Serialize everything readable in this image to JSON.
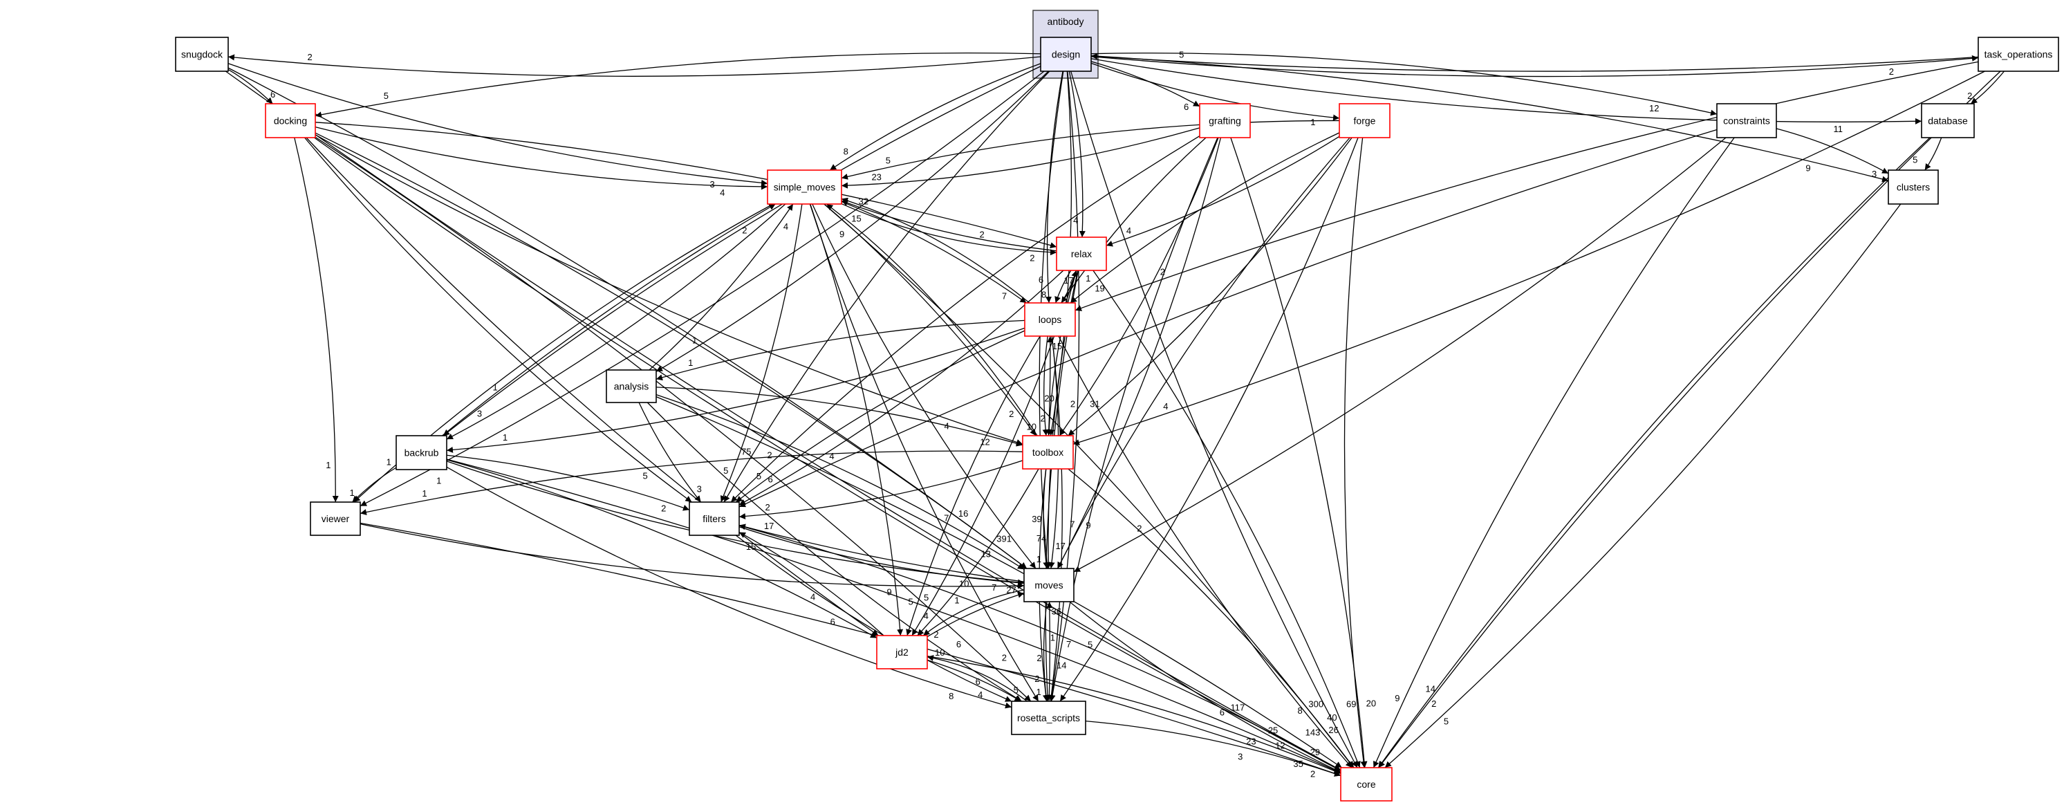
{
  "graph": {
    "cluster": {
      "label": "antibody",
      "fill": "#ddddee",
      "border": "#444444"
    },
    "colors": {
      "current_fill": "#eeeeff",
      "normal_border": "#000000",
      "truncated_border": "#ff0000",
      "edge": "#000000"
    },
    "nodes": [
      {
        "id": "design",
        "label": "design",
        "kind": "current"
      },
      {
        "id": "snugdock",
        "label": "snugdock",
        "kind": "normal"
      },
      {
        "id": "task_operations",
        "label": "task_operations",
        "kind": "normal"
      },
      {
        "id": "docking",
        "label": "docking",
        "kind": "truncated"
      },
      {
        "id": "grafting",
        "label": "grafting",
        "kind": "truncated"
      },
      {
        "id": "forge",
        "label": "forge",
        "kind": "truncated"
      },
      {
        "id": "constraints",
        "label": "constraints",
        "kind": "normal"
      },
      {
        "id": "database",
        "label": "database",
        "kind": "normal"
      },
      {
        "id": "clusters",
        "label": "clusters",
        "kind": "normal"
      },
      {
        "id": "simple_moves",
        "label": "simple_moves",
        "kind": "truncated"
      },
      {
        "id": "relax",
        "label": "relax",
        "kind": "truncated"
      },
      {
        "id": "loops",
        "label": "loops",
        "kind": "truncated"
      },
      {
        "id": "analysis",
        "label": "analysis",
        "kind": "normal"
      },
      {
        "id": "backrub",
        "label": "backrub",
        "kind": "normal"
      },
      {
        "id": "toolbox",
        "label": "toolbox",
        "kind": "truncated"
      },
      {
        "id": "viewer",
        "label": "viewer",
        "kind": "normal"
      },
      {
        "id": "filters",
        "label": "filters",
        "kind": "normal"
      },
      {
        "id": "moves",
        "label": "moves",
        "kind": "normal"
      },
      {
        "id": "jd2",
        "label": "jd2",
        "kind": "truncated"
      },
      {
        "id": "rosetta_scripts",
        "label": "rosetta_scripts",
        "kind": "normal"
      },
      {
        "id": "core",
        "label": "core",
        "kind": "truncated"
      }
    ],
    "edges": [
      {
        "from": "design",
        "to": "snugdock",
        "count": "2"
      },
      {
        "from": "design",
        "to": "task_operations",
        "count": "2"
      },
      {
        "from": "task_operations",
        "to": "design",
        "count": "5"
      },
      {
        "from": "design",
        "to": "docking",
        "count": "5"
      },
      {
        "from": "snugdock",
        "to": "docking",
        "count": "6"
      },
      {
        "from": "snugdock",
        "to": "simple_moves",
        "count": "3"
      },
      {
        "from": "snugdock",
        "to": "moves",
        "count": "7"
      },
      {
        "from": "snugdock",
        "to": "core",
        "count": "6"
      },
      {
        "from": "design",
        "to": "grafting",
        "count": "6"
      },
      {
        "from": "design",
        "to": "forge",
        "count": "1"
      },
      {
        "from": "design",
        "to": "constraints",
        "count": "12"
      },
      {
        "from": "design",
        "to": "database",
        "count": "11"
      },
      {
        "from": "design",
        "to": "clusters",
        "count": "9"
      },
      {
        "from": "design",
        "to": "simple_moves",
        "count": "8"
      },
      {
        "from": "design",
        "to": "relax",
        "count": "4"
      },
      {
        "from": "design",
        "to": "loops",
        "count": "6"
      },
      {
        "from": "design",
        "to": "analysis",
        "count": "1"
      },
      {
        "from": "design",
        "to": "backrub",
        "count": "1"
      },
      {
        "from": "design",
        "to": "viewer",
        "count": "1"
      },
      {
        "from": "design",
        "to": "filters",
        "count": "75"
      },
      {
        "from": "design",
        "to": "toolbox",
        "count": "20"
      },
      {
        "from": "design",
        "to": "moves",
        "count": "39"
      },
      {
        "from": "design",
        "to": "rosetta_scripts",
        "count": "1"
      },
      {
        "from": "design",
        "to": "core",
        "count": "300"
      },
      {
        "from": "task_operations",
        "to": "database",
        "count": "2"
      },
      {
        "from": "task_operations",
        "to": "loops",
        "count": "2"
      },
      {
        "from": "task_operations",
        "to": "toolbox",
        "count": "4"
      },
      {
        "from": "task_operations",
        "to": "core",
        "count": "14"
      },
      {
        "from": "database",
        "to": "clusters",
        "count": "5"
      },
      {
        "from": "database",
        "to": "core",
        "count": "2"
      },
      {
        "from": "constraints",
        "to": "clusters",
        "count": "3"
      },
      {
        "from": "constraints",
        "to": "filters",
        "count": "4"
      },
      {
        "from": "constraints",
        "to": "moves",
        "count": "2"
      },
      {
        "from": "constraints",
        "to": "core",
        "count": "9"
      },
      {
        "from": "clusters",
        "to": "core",
        "count": "5"
      },
      {
        "from": "docking",
        "to": "simple_moves",
        "count": "4"
      },
      {
        "from": "docking",
        "to": "relax",
        "count": "2"
      },
      {
        "from": "docking",
        "to": "toolbox",
        "count": "4"
      },
      {
        "from": "docking",
        "to": "viewer",
        "count": "1"
      },
      {
        "from": "docking",
        "to": "filters",
        "count": "5"
      },
      {
        "from": "docking",
        "to": "moves",
        "count": "16"
      },
      {
        "from": "docking",
        "to": "jd2",
        "count": "4"
      },
      {
        "from": "docking",
        "to": "rosetta_scripts",
        "count": "6"
      },
      {
        "from": "docking",
        "to": "core",
        "count": "117"
      },
      {
        "from": "grafting",
        "to": "simple_moves",
        "count": "23"
      },
      {
        "from": "grafting",
        "to": "loops",
        "count": "17"
      },
      {
        "from": "grafting",
        "to": "toolbox",
        "count": "2"
      },
      {
        "from": "grafting",
        "to": "filters",
        "count": "2"
      },
      {
        "from": "grafting",
        "to": "moves",
        "count": "7"
      },
      {
        "from": "grafting",
        "to": "rosetta_scripts",
        "count": "7"
      },
      {
        "from": "grafting",
        "to": "core",
        "count": "69"
      },
      {
        "from": "forge",
        "to": "simple_moves",
        "count": "5"
      },
      {
        "from": "forge",
        "to": "relax",
        "count": "4"
      },
      {
        "from": "forge",
        "to": "loops",
        "count": "19"
      },
      {
        "from": "forge",
        "to": "toolbox",
        "count": "31"
      },
      {
        "from": "forge",
        "to": "moves",
        "count": "9"
      },
      {
        "from": "forge",
        "to": "rosetta_scripts",
        "count": "5"
      },
      {
        "from": "forge",
        "to": "core",
        "count": "20"
      },
      {
        "from": "relax",
        "to": "simple_moves",
        "count": "32"
      },
      {
        "from": "relax",
        "to": "loops",
        "count": "8"
      },
      {
        "from": "loops",
        "to": "relax",
        "count": "1"
      },
      {
        "from": "relax",
        "to": "toolbox",
        "count": "2"
      },
      {
        "from": "relax",
        "to": "filters",
        "count": "6"
      },
      {
        "from": "relax",
        "to": "moves",
        "count": "74"
      },
      {
        "from": "relax",
        "to": "jd2",
        "count": "5"
      },
      {
        "from": "relax",
        "to": "rosetta_scripts",
        "count": "2"
      },
      {
        "from": "relax",
        "to": "core",
        "count": "40"
      },
      {
        "from": "simple_moves",
        "to": "relax",
        "count": "2"
      },
      {
        "from": "simple_moves",
        "to": "loops",
        "count": "7"
      },
      {
        "from": "loops",
        "to": "simple_moves",
        "count": "15"
      },
      {
        "from": "simple_moves",
        "to": "toolbox",
        "count": "2"
      },
      {
        "from": "toolbox",
        "to": "simple_moves",
        "count": "9"
      },
      {
        "from": "simple_moves",
        "to": "backrub",
        "count": "3"
      },
      {
        "from": "simple_moves",
        "to": "viewer",
        "count": "1"
      },
      {
        "from": "simple_moves",
        "to": "filters",
        "count": "5"
      },
      {
        "from": "simple_moves",
        "to": "moves",
        "count": "391"
      },
      {
        "from": "simple_moves",
        "to": "jd2",
        "count": "9"
      },
      {
        "from": "simple_moves",
        "to": "rosetta_scripts",
        "count": "2"
      },
      {
        "from": "simple_moves",
        "to": "core",
        "count": "8"
      },
      {
        "from": "analysis",
        "to": "simple_moves",
        "count": "4"
      },
      {
        "from": "analysis",
        "to": "toolbox",
        "count": "12"
      },
      {
        "from": "analysis",
        "to": "filters",
        "count": "3"
      },
      {
        "from": "analysis",
        "to": "moves",
        "count": "13"
      },
      {
        "from": "analysis",
        "to": "rosetta_scripts",
        "count": "6"
      },
      {
        "from": "analysis",
        "to": "core",
        "count": "25"
      },
      {
        "from": "loops",
        "to": "analysis",
        "count": "1"
      },
      {
        "from": "loops",
        "to": "backrub",
        "count": "1"
      },
      {
        "from": "loops",
        "to": "toolbox",
        "count": "10"
      },
      {
        "from": "toolbox",
        "to": "loops",
        "count": "15"
      },
      {
        "from": "loops",
        "to": "filters",
        "count": "5"
      },
      {
        "from": "loops",
        "to": "moves",
        "count": "17"
      },
      {
        "from": "loops",
        "to": "jd2",
        "count": "5"
      },
      {
        "from": "loops",
        "to": "rosetta_scripts",
        "count": "14"
      },
      {
        "from": "loops",
        "to": "core",
        "count": "143"
      },
      {
        "from": "backrub",
        "to": "simple_moves",
        "count": "2"
      },
      {
        "from": "backrub",
        "to": "viewer",
        "count": "1"
      },
      {
        "from": "backrub",
        "to": "filters",
        "count": "2"
      },
      {
        "from": "backrub",
        "to": "moves",
        "count": "10"
      },
      {
        "from": "backrub",
        "to": "jd2",
        "count": "6"
      },
      {
        "from": "backrub",
        "to": "rosetta_scripts",
        "count": "8"
      },
      {
        "from": "backrub",
        "to": "core",
        "count": "23"
      },
      {
        "from": "toolbox",
        "to": "viewer",
        "count": "1"
      },
      {
        "from": "toolbox",
        "to": "filters",
        "count": "2"
      },
      {
        "from": "toolbox",
        "to": "moves",
        "count": "1"
      },
      {
        "from": "toolbox",
        "to": "jd2",
        "count": "4"
      },
      {
        "from": "toolbox",
        "to": "rosetta_scripts",
        "count": "2"
      },
      {
        "from": "toolbox",
        "to": "core",
        "count": "26"
      },
      {
        "from": "viewer",
        "to": "moves",
        "count": "1"
      },
      {
        "from": "viewer",
        "to": "core",
        "count": "3"
      },
      {
        "from": "filters",
        "to": "moves",
        "count": "7"
      },
      {
        "from": "moves",
        "to": "filters",
        "count": "17"
      },
      {
        "from": "filters",
        "to": "rosetta_scripts",
        "count": "4"
      },
      {
        "from": "filters",
        "to": "core",
        "count": "12"
      },
      {
        "from": "jd2",
        "to": "filters",
        "count": "15"
      },
      {
        "from": "jd2",
        "to": "moves",
        "count": "27"
      },
      {
        "from": "moves",
        "to": "jd2",
        "count": "2"
      },
      {
        "from": "jd2",
        "to": "rosetta_scripts",
        "count": "5"
      },
      {
        "from": "rosetta_scripts",
        "to": "jd2",
        "count": "10"
      },
      {
        "from": "jd2",
        "to": "core",
        "count": "35"
      },
      {
        "from": "moves",
        "to": "rosetta_scripts",
        "count": "1"
      },
      {
        "from": "rosetta_scripts",
        "to": "moves",
        "count": "36"
      },
      {
        "from": "moves",
        "to": "core",
        "count": "29"
      },
      {
        "from": "rosetta_scripts",
        "to": "core",
        "count": "2"
      }
    ]
  }
}
